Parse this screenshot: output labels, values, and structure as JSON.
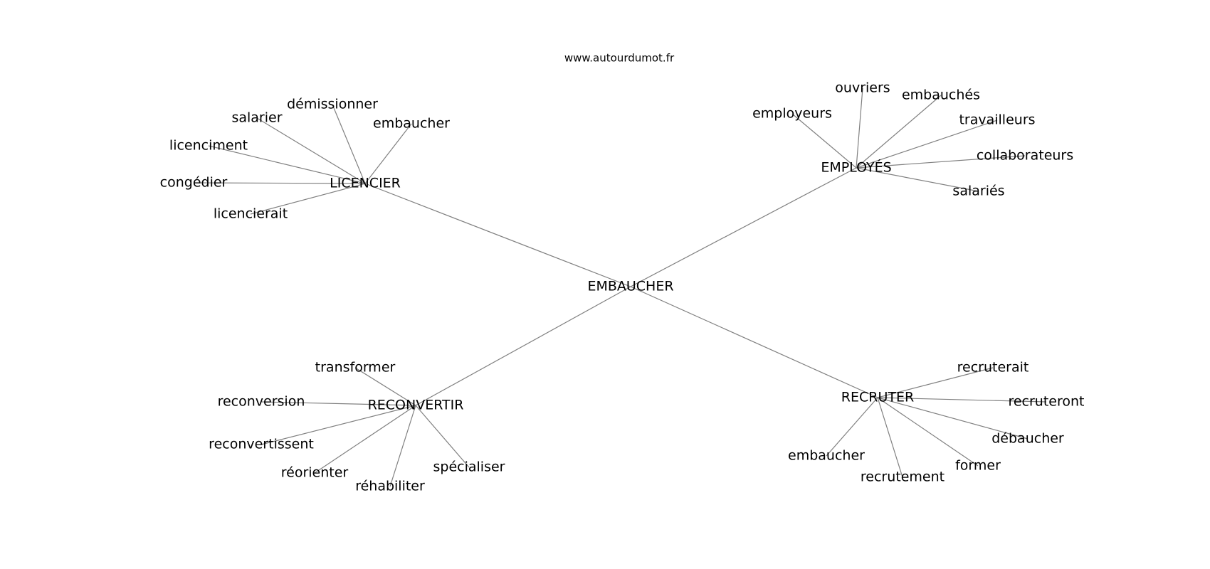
{
  "source": "www.autourdumot.fr",
  "colors": {
    "edge": "#808080",
    "text": "#000000",
    "background": "#ffffff"
  },
  "graph": {
    "root": {
      "id": "root",
      "label": "EMBAUCHER"
    },
    "hubs": [
      {
        "id": "licencier",
        "label": "LICENCIER",
        "words": [
          "salarier",
          "démissionner",
          "embaucher",
          "licenciment",
          "congédier",
          "licencierait"
        ]
      },
      {
        "id": "employes",
        "label": "EMPLOYÉS",
        "words": [
          "employeurs",
          "ouvriers",
          "embauchés",
          "travailleurs",
          "collaborateurs",
          "salariés"
        ]
      },
      {
        "id": "reconvertir",
        "label": "RECONVERTIR",
        "words": [
          "transformer",
          "reconversion",
          "reconvertissent",
          "réorienter",
          "réhabiliter",
          "spécialiser"
        ]
      },
      {
        "id": "recruter",
        "label": "RECRUTER",
        "words": [
          "recruterait",
          "recruteront",
          "débaucher",
          "former",
          "recrutement",
          "embaucher"
        ]
      }
    ]
  }
}
